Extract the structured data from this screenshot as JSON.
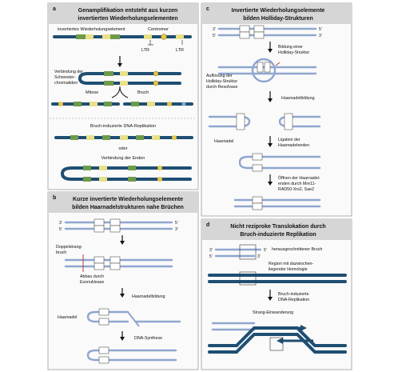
{
  "panels": {
    "a": {
      "letter": "a",
      "title_line1": "Genamplifikation entsteht aus kurzen",
      "title_line2": "invertierten Wiederholungselementen",
      "label_inverted": "invertiertes Wiederholungselement",
      "label_centromer": "Centromer",
      "label_ltr1": "LTR",
      "label_ltr2": "LTR",
      "label_sister_1": "Verbindung der",
      "label_sister_2": "Schwester-",
      "label_sister_3": "chromatiden",
      "label_mitose": "Mitose",
      "label_bruch": "Bruch",
      "label_bir": "Bruch-induzierte DNA-Replikation",
      "label_oder": "oder",
      "label_ends": "Verbindung der Enden"
    },
    "b": {
      "letter": "b",
      "title_line1": "Kurze invertierte Wiederholungselemente",
      "title_line2": "bilden Haarnadelstrukturen nahe Brüchen",
      "label_dsb_1": "Doppelstrang-",
      "label_dsb_2": "bruch",
      "label_exo_1": "Abbau durch",
      "label_exo_2": "Exonuklease",
      "label_hairpin_formation": "Haarnadelbildung",
      "label_hairpin": "Haarnadel",
      "label_synthesis": "DNA-Synthese",
      "end3": "3'",
      "end5": "5'"
    },
    "c": {
      "letter": "c",
      "title_line1": "Invertierte Wiederholungselemente",
      "title_line2": "bilden Holliday-Strukturen",
      "label_formation_1": "Bildung einer",
      "label_formation_2": "Holliday-Struktur",
      "label_resolution_1": "Auflösung der",
      "label_resolution_2": "Holliday-Struktur",
      "label_resolution_3": "durch Resolvase",
      "label_hairpin_formation": "Haarnadelbildung",
      "label_hairpin": "Haarnadel",
      "label_ligation_1": "Ligation der",
      "label_ligation_2": "Haarnadelenden",
      "label_opening_1": "Öffnen der Haarnadel-",
      "label_opening_2": "enden durch Mre11-",
      "label_opening_3": "RAD50-Xrs2, Sae2",
      "end3": "3'",
      "end5": "5'"
    },
    "d": {
      "letter": "d",
      "title_line1": "Nicht reziproke Translokation durch",
      "title_line2": "Bruch-induzierte Replikation",
      "label_excised": "herausgeschnittener Bruch",
      "label_homology_1": "Region mit dazwischen-",
      "label_homology_2": "liegender Homologie",
      "label_bir_1": "Bruch-induzierte",
      "label_bir_2": "DNA-Replikation",
      "label_invasion": "Strang-Einwanderung",
      "end3": "3'",
      "end5": "5'"
    }
  },
  "colors": {
    "dna_dark": "#1f4e72",
    "dna_light": "#8fa6d0",
    "repeat_green": "#6f9a4a",
    "repeat_yellow": "#e9e18a",
    "centromere": "#e8c84a",
    "break_red": "#c0392b",
    "header_gray": "#d6d6d6"
  }
}
